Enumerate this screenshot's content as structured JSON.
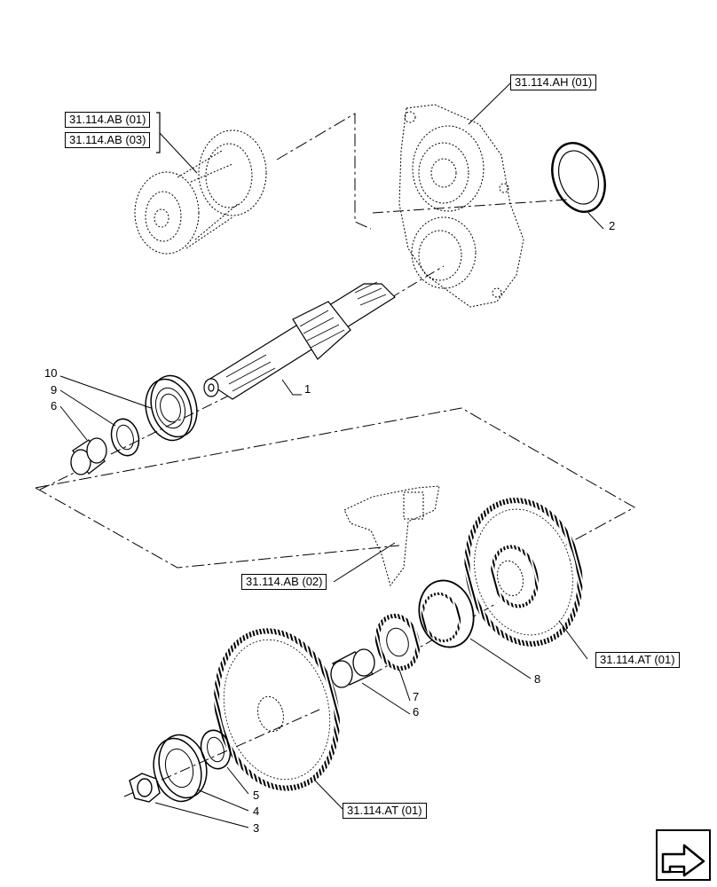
{
  "references": {
    "ab01": "31.114.AB (01)",
    "ab03": "31.114.AB (03)",
    "ah01": "31.114.AH (01)",
    "ab02": "31.114.AB (02)",
    "at01_upper": "31.114.AT (01)",
    "at01_lower": "31.114.AT (01)"
  },
  "callouts": {
    "item1": "1",
    "item2": "2",
    "item3": "3",
    "item4": "4",
    "item5": "5",
    "item6_upper": "6",
    "item6_lower": "6",
    "item7": "7",
    "item8": "8",
    "item9": "9",
    "item10": "10"
  },
  "nav_icon": "next-page-arrow-icon"
}
